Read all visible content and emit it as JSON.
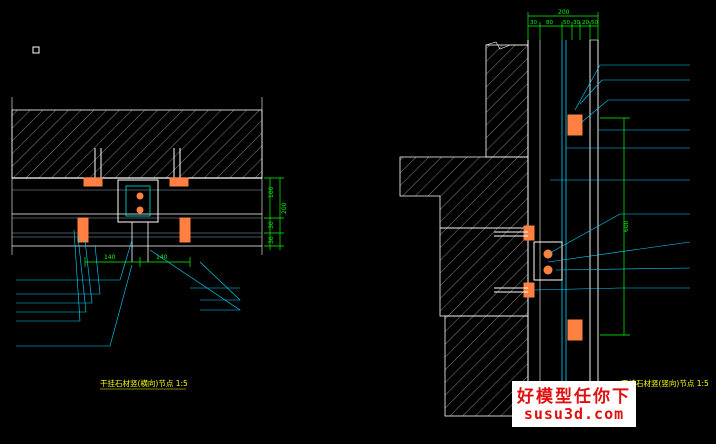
{
  "left_detail": {
    "title": "干挂石材竖(横向)节点 1:5",
    "dims_right": [
      "100",
      "200",
      "30",
      "30"
    ],
    "dims_bottom": [
      "140",
      "140"
    ]
  },
  "right_detail": {
    "title": "干挂石材竖(竖向)节点 1:5",
    "dims_top_total": "200",
    "dims_top": [
      "30",
      "80",
      "50",
      "30",
      "20",
      "50"
    ],
    "dim_right": "600"
  },
  "watermark": {
    "line1": "好模型任你下",
    "line2": "susu3d.com"
  },
  "colors": {
    "background": "#000000",
    "linework": "#ffffff",
    "dimension": "#00ff00",
    "annotation": "#00d8ff",
    "bracket": "#ff8040",
    "hatch": "#c8c8c8",
    "title": "#ffff00",
    "watermark": "#e01010"
  }
}
